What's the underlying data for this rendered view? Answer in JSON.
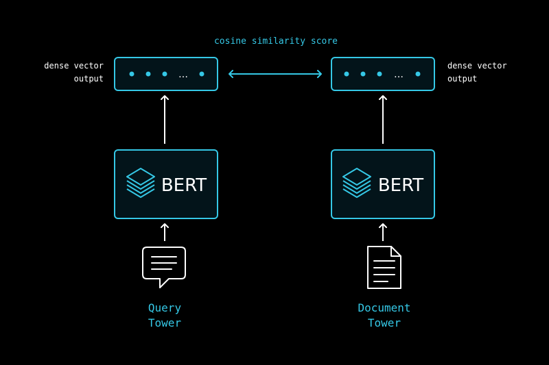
{
  "colors": {
    "background": "#000000",
    "accent": "#35c8e6",
    "box_fill": "#03141a",
    "text": "#ffffff",
    "icon_line": "#ffffff"
  },
  "similarity": {
    "label": "cosine similarity score"
  },
  "towers": [
    {
      "id": "query",
      "vector_label_line1": "dense vector",
      "vector_label_line2": "output",
      "vector_ellipsis": "…",
      "encoder_label": "BERT",
      "encoder_icon": "stacked-layers-icon",
      "input_icon": "chat-bubble-icon",
      "name_line1": "Query",
      "name_line2": "Tower"
    },
    {
      "id": "document",
      "vector_label_line1": "dense vector",
      "vector_label_line2": "output",
      "vector_ellipsis": "…",
      "encoder_label": "BERT",
      "encoder_icon": "stacked-layers-icon",
      "input_icon": "document-icon",
      "name_line1": "Document",
      "name_line2": "Tower"
    }
  ]
}
